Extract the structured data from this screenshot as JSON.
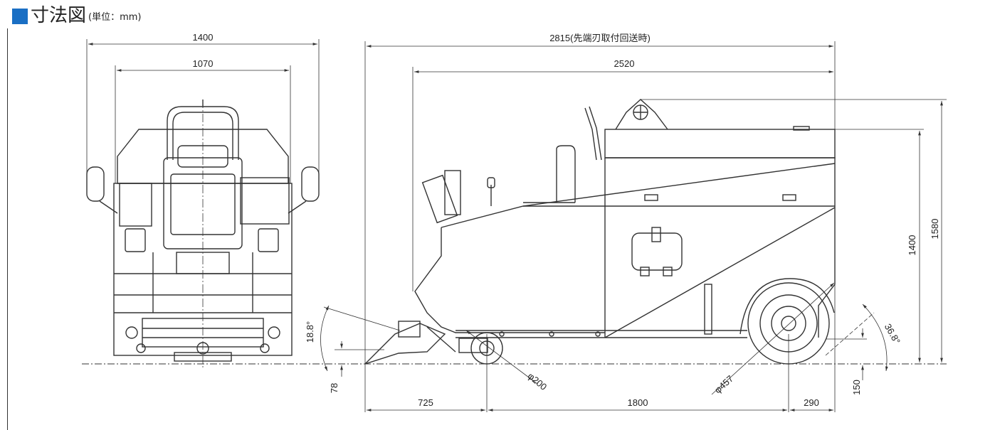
{
  "header": {
    "title": "寸法図",
    "unit": "(単位：mm)"
  },
  "colors": {
    "accent": "#1a6fc4",
    "line": "#333333"
  },
  "dimensions": {
    "front_overall_width": "1400",
    "front_track_width": "1070",
    "overall_length": "2815(先端刃取付回送時)",
    "body_length": "2520",
    "overall_height": "1580",
    "body_height": "1400",
    "front_overhang": "725",
    "wheelbase": "1800",
    "rear_overhang": "290",
    "front_ground_clearance": "78",
    "rear_ground_clearance": "150",
    "approach_angle": "18.8°",
    "departure_angle": "36.8°",
    "front_wheel_diameter": "φ200",
    "rear_wheel_diameter": "φ457"
  }
}
